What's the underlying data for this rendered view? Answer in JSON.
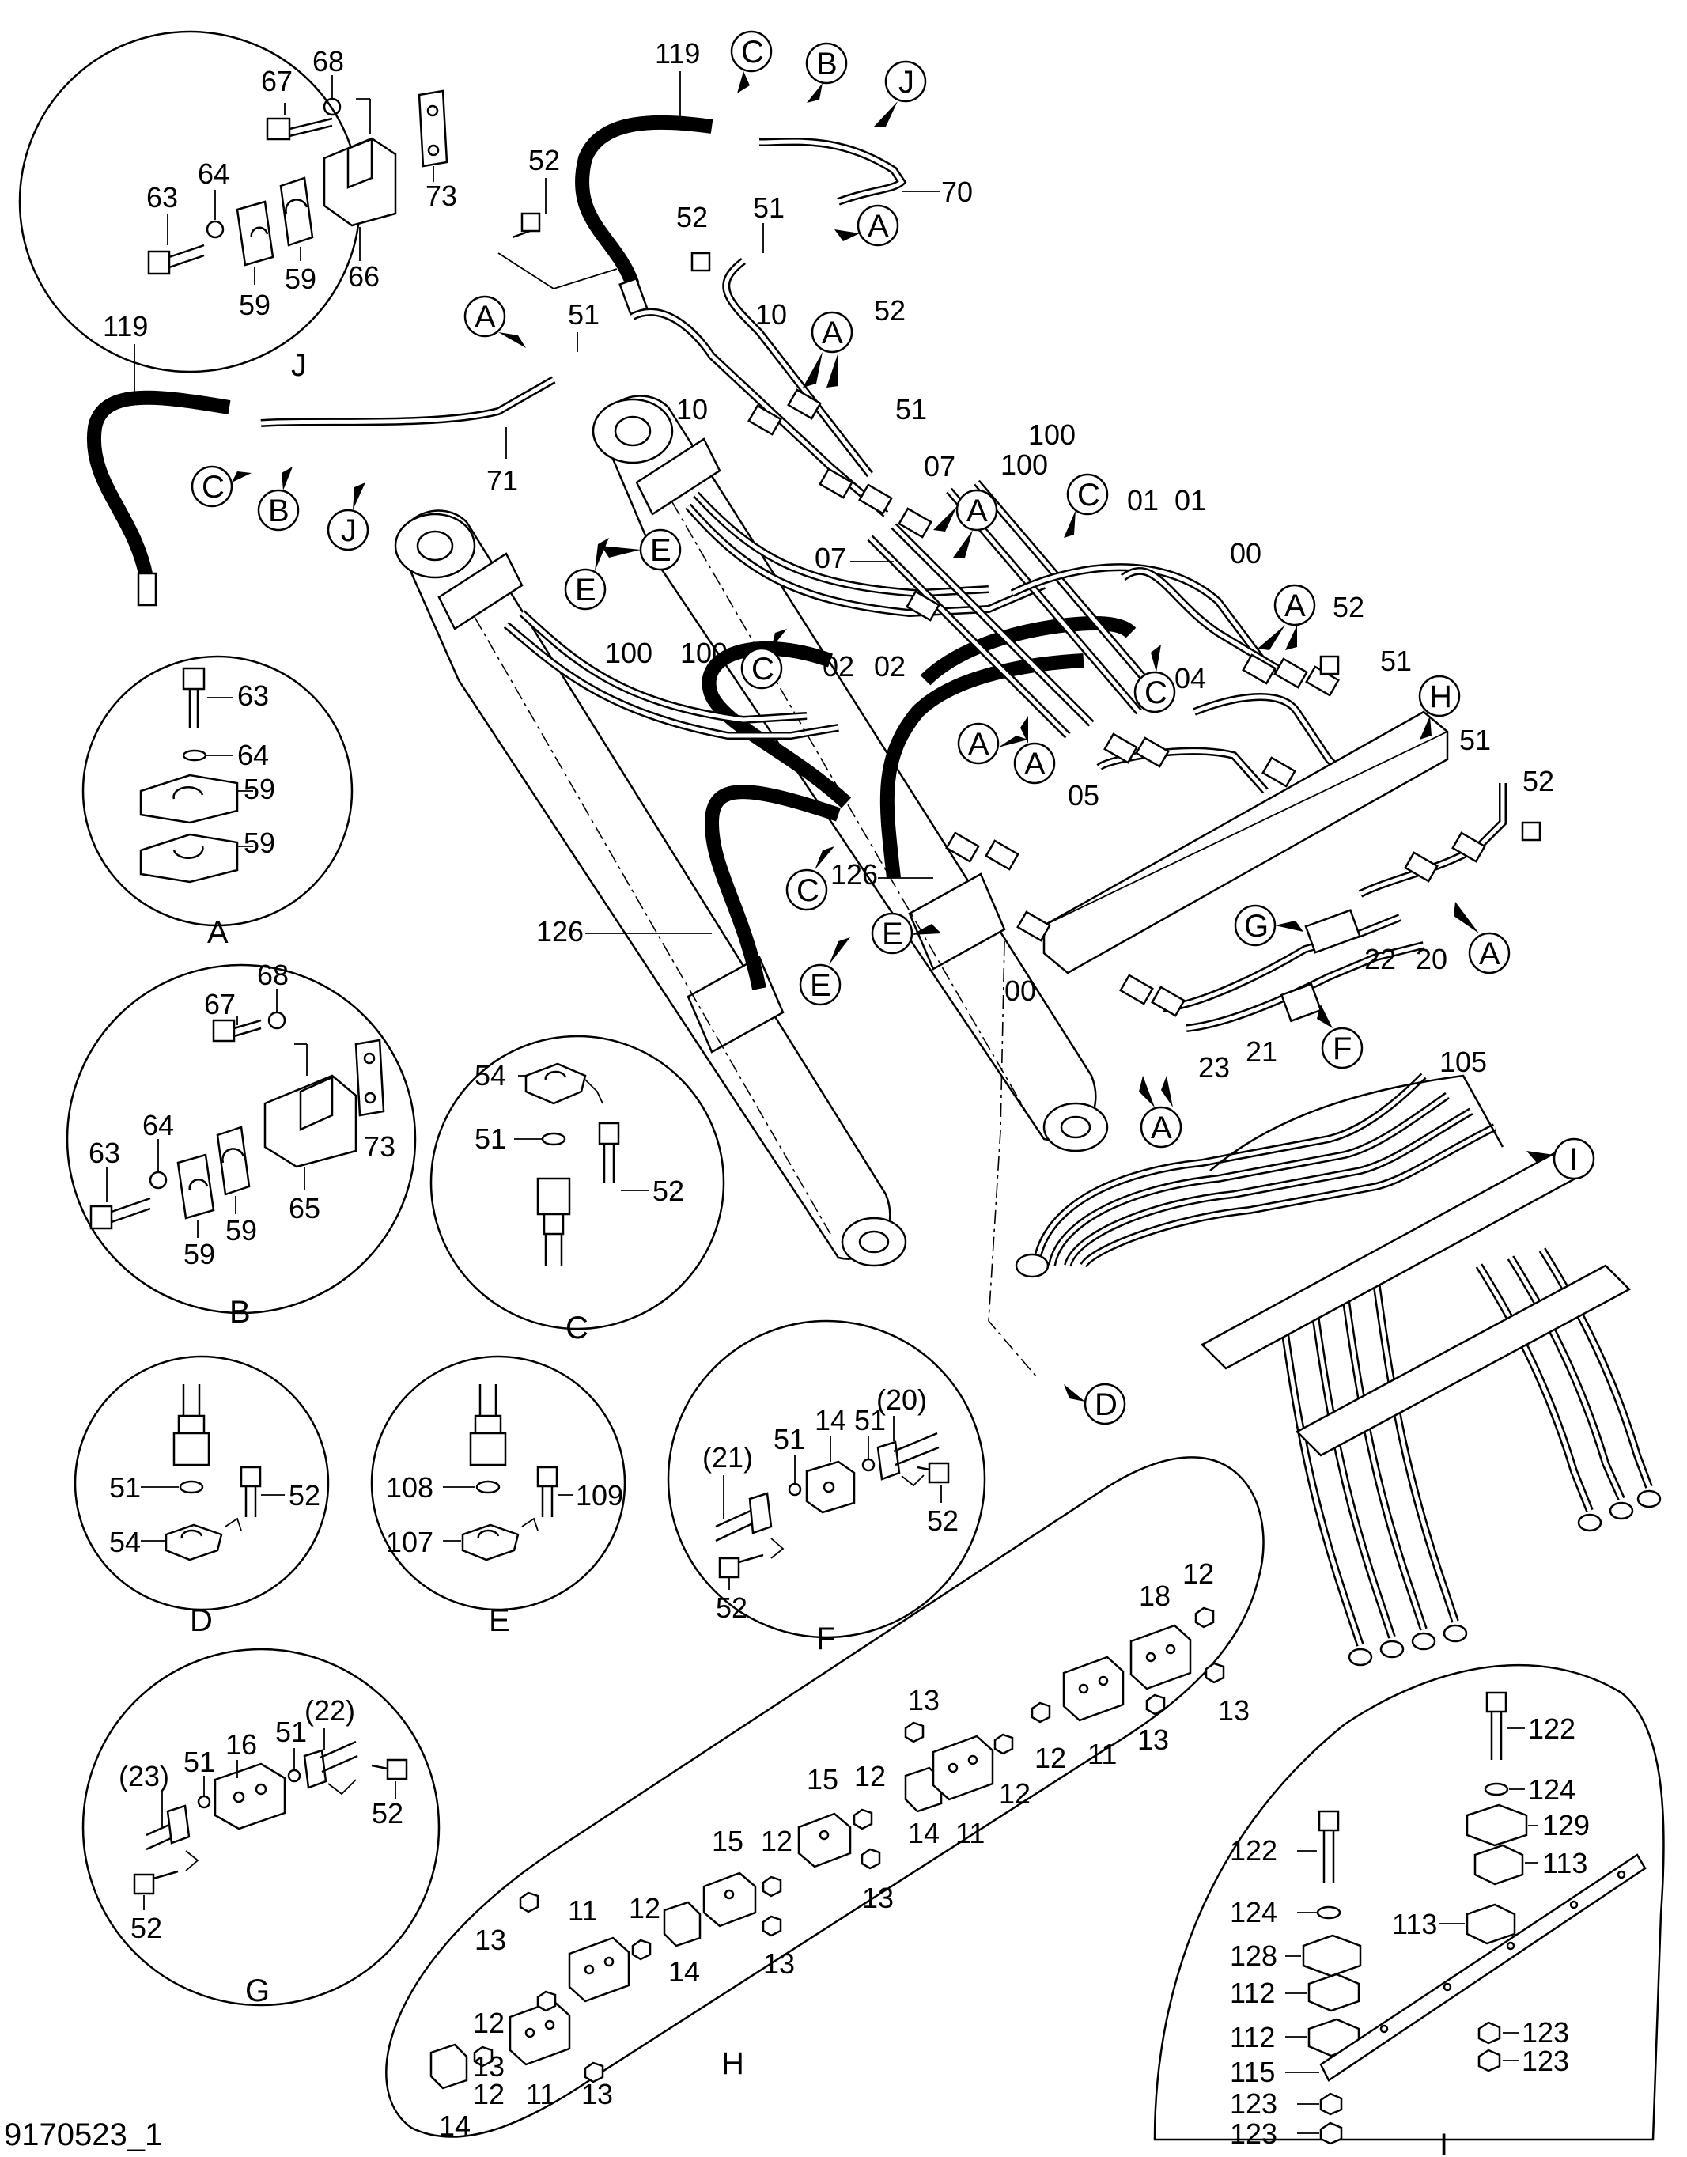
{
  "drawing_number": "9170523_1",
  "detail_letters": {
    "J": "J",
    "A": "A",
    "B": "B",
    "C": "C",
    "D": "D",
    "E": "E",
    "F": "F",
    "G": "G",
    "H": "H",
    "I": "I"
  },
  "detail_J_labels": [
    "67",
    "68",
    "63",
    "64",
    "73",
    "59",
    "59",
    "66"
  ],
  "detail_A_labels": [
    "63",
    "64",
    "59",
    "59"
  ],
  "detail_B_labels": [
    "67",
    "68",
    "63",
    "64",
    "73",
    "59",
    "59",
    "65"
  ],
  "detail_C_labels": [
    "54",
    "51",
    "52"
  ],
  "detail_D_labels": [
    "51",
    "52",
    "54"
  ],
  "detail_E_labels": [
    "108",
    "109",
    "107"
  ],
  "detail_F_labels": [
    "(21)",
    "51",
    "14",
    "51",
    "(20)",
    "52"
  ],
  "detail_G_labels": [
    "(23)",
    "51",
    "16",
    "51",
    "(22)",
    "52"
  ],
  "detail_H_labels": [
    "18",
    "12",
    "13",
    "13",
    "12",
    "12",
    "11",
    "13",
    "14",
    "11",
    "12",
    "15",
    "13",
    "12",
    "15",
    "12",
    "13",
    "11",
    "12",
    "14",
    "13",
    "12",
    "11",
    "13",
    "14",
    "13"
  ],
  "detail_I_labels": [
    "122",
    "124",
    "129",
    "122",
    "113",
    "124",
    "128",
    "113",
    "112",
    "112",
    "123",
    "123",
    "115",
    "123",
    "123"
  ],
  "main_labels": [
    "119",
    "52",
    "51",
    "52",
    "70",
    "10",
    "52",
    "119",
    "51",
    "10",
    "51",
    "71",
    "100",
    "07",
    "100",
    "07",
    "01",
    "01",
    "00",
    "52",
    "04",
    "51",
    "100",
    "100",
    "02",
    "02",
    "05",
    "51",
    "52",
    "126",
    "126",
    "00",
    "22",
    "20",
    "23",
    "21",
    "105"
  ]
}
